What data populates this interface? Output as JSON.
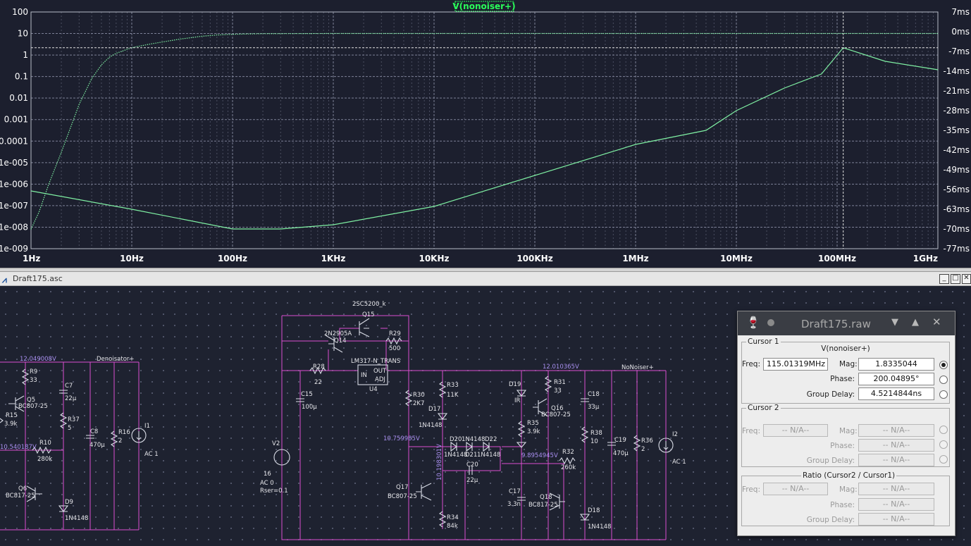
{
  "plot": {
    "trace_label": "V(nonoiser+)",
    "colors": {
      "background": "#1c1f2e",
      "grid": "#7c8096",
      "trace": "#7ff0a3",
      "label_box": "#2aff5a"
    },
    "left_axis_labels": [
      "100",
      "10",
      "1",
      "0.1",
      "0.01",
      "0.001",
      "0.0001",
      "1e-005",
      "1e-006",
      "1e-007",
      "1e-008",
      "1e-009"
    ],
    "right_axis_labels": [
      "7ms",
      "0ms",
      "-7ms",
      "-14ms",
      "-21ms",
      "-28ms",
      "-35ms",
      "-42ms",
      "-49ms",
      "-56ms",
      "-63ms",
      "-70ms",
      "-77ms"
    ],
    "x_axis_labels": [
      "1Hz",
      "10Hz",
      "100Hz",
      "1KHz",
      "10KHz",
      "100KHz",
      "1MHz",
      "10MHz",
      "100MHz",
      "1GHz"
    ]
  },
  "chart_data": {
    "type": "line",
    "x_scale": "log",
    "x_unit": "Hz",
    "xlim": [
      1,
      1000000000
    ],
    "ylim_left": [
      1e-09,
      100
    ],
    "ylim_right_ms": [
      -77,
      7
    ],
    "grid": true,
    "series": [
      {
        "name": "V(nonoiser+)",
        "axis": "left",
        "style": "dotted",
        "x": [
          1,
          1.2,
          1.5,
          2,
          2.5,
          3,
          4,
          5,
          6,
          7,
          8,
          10,
          15,
          20,
          30,
          50,
          70,
          100,
          150,
          200,
          1000,
          1000000000
        ],
        "y": [
          8e-09,
          5e-08,
          1e-06,
          3e-05,
          0.0005,
          0.005,
          0.08,
          0.35,
          0.8,
          1.2,
          1.5,
          2.2,
          3.2,
          4.0,
          5.5,
          7.5,
          8.5,
          9.2,
          9.6,
          9.8,
          10.0,
          10.0
        ]
      },
      {
        "name": "V(nonoiser+) group delay",
        "axis": "right",
        "style": "solid",
        "x": [
          1,
          10,
          100,
          300,
          1000,
          10000,
          100000,
          1000000,
          5000000,
          10000000,
          30000000,
          70000000,
          115000000,
          300000000,
          1000000000
        ],
        "y_ms": [
          -56.5,
          -63,
          -70,
          -70,
          -68.5,
          -62,
          -51,
          -40,
          -35,
          -28,
          -20,
          -15,
          -5.7,
          -10.5,
          -13.5
        ]
      }
    ]
  },
  "schematic": {
    "title": "Draft175.asc",
    "labels": {
      "q15_model": "2SC5200_k",
      "q15": "Q15",
      "q14_model": "2N2905A",
      "q14": "Q14",
      "r29": "R29",
      "r29_val": "500",
      "u4_model": "LM317-N_TRANS",
      "u4": "U4",
      "u4_in": "IN",
      "u4_out": "OUT",
      "u4_adj": "ADJ",
      "r28": "R28",
      "r28_val": "22",
      "c15": "C15",
      "c15_val": "100µ",
      "v2": "V2",
      "v2_val": "16",
      "v2_ac": "AC 0",
      "v2_rser": "Rser=0.1",
      "r30": "R30",
      "r30_val": "2K7",
      "r33": "R33",
      "r33_val": "11K",
      "d17": "D17",
      "d17_model": "1N4148",
      "d20": "D20",
      "d21": "D21",
      "d22": "D22",
      "d20_model": "1N4148",
      "d21_model": "1N4148",
      "d22_model": "1N4148",
      "c20": "C20",
      "c20_val": "22µ",
      "q17": "Q17",
      "q17_model": "BC807-25",
      "r34": "R34",
      "r34_val": "84k",
      "d19": "D19",
      "d19_model": "IR",
      "r31": "R31",
      "r31_val": "33",
      "q16": "Q16",
      "q16_model": "BC807-25",
      "r35": "R35",
      "r35_val": "3.9k",
      "r32": "R32",
      "r32_val": "260k",
      "c17": "C17",
      "c17_val": "3.3n",
      "q18": "Q18",
      "q18_model": "BC817-25",
      "c18": "C18",
      "c18_val": "33µ",
      "r38": "R38",
      "r38_val": "10",
      "d18": "D18",
      "d18_model": "1N4148",
      "c19": "C19",
      "c19_val": "470µ",
      "r36": "R36",
      "r36_val": "2",
      "i2": "I2",
      "i2_ac": "AC 1",
      "nonoiser_net": "NoNoiser+",
      "r9": "R9",
      "r9_val": "33",
      "c7": "C7",
      "c7_val": "22µ",
      "q5": "Q5",
      "q5_model": "BC807-25",
      "r15": "R15",
      "r15_val": "3.9k",
      "r37": "R37",
      "r37_val": "5",
      "c8": "C8",
      "c8_val": "470µ",
      "r16": "R16",
      "r16_val": "2",
      "i1": "I1",
      "i1_ac": "AC 1",
      "r10": "R10",
      "r10_val": "280k",
      "q6": "Q6",
      "q6_model": "BC817-25",
      "d9": "D9",
      "d9_model": "1N4148",
      "denoisator_net": "Denoisator+"
    },
    "voltages": {
      "v1": "12.049008V",
      "v2": "10.540187V",
      "v3": "10.759985V",
      "v4": "10.198301V",
      "v5": "12.010365V",
      "v6": "9.8954945V"
    }
  },
  "cursor_dialog": {
    "title": "Draft175.raw",
    "cursor1": {
      "label": "Cursor 1",
      "trace": "V(nonoiser+)",
      "freq_label": "Freq:",
      "freq": "115.01319MHz",
      "mag_label": "Mag:",
      "mag": "1.8335044",
      "phase_label": "Phase:",
      "phase": "200.04895°",
      "gd_label": "Group Delay:",
      "gd": "4.5214844ns"
    },
    "cursor2": {
      "label": "Cursor 2",
      "freq_label": "Freq:",
      "freq": "-- N/A--",
      "mag_label": "Mag:",
      "mag": "-- N/A--",
      "phase_label": "Phase:",
      "phase": "-- N/A--",
      "gd_label": "Group Delay:",
      "gd": "-- N/A--"
    },
    "ratio": {
      "label": "Ratio (Cursor2 / Cursor1)",
      "freq_label": "Freq:",
      "freq": "-- N/A--",
      "mag_label": "Mag:",
      "mag": "-- N/A--",
      "phase_label": "Phase:",
      "phase": "-- N/A--",
      "gd_label": "Group Delay:",
      "gd": "-- N/A--"
    }
  }
}
